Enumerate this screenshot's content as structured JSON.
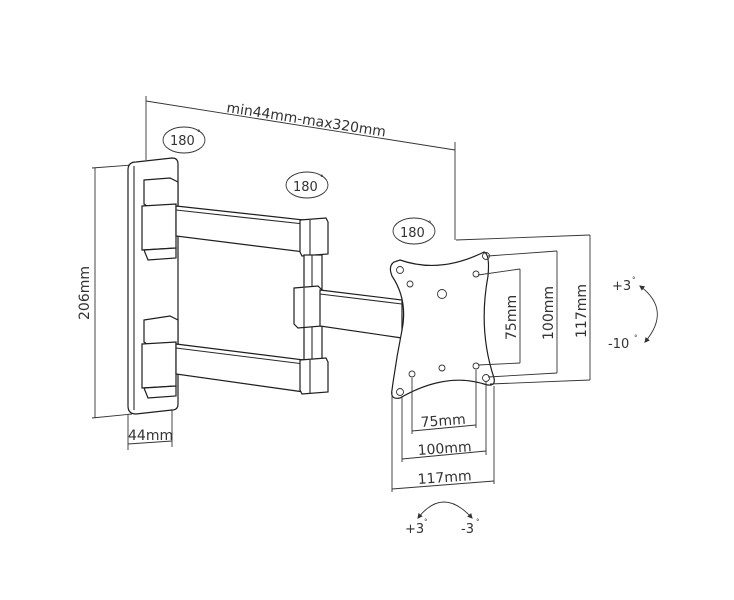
{
  "diagram": {
    "title": "Full-motion TV wall mount dimension drawing",
    "colors": {
      "line": "#2a2a2a",
      "text": "#333333",
      "background": "#ffffff"
    },
    "dimensions": {
      "extension": "min44mm-max320mm",
      "wall_plate_height": "206mm",
      "wall_plate_depth": "44mm",
      "vesa_h_small": "75mm",
      "vesa_h_medium": "100mm",
      "vesa_h_large": "117mm",
      "vesa_v_small": "75mm",
      "vesa_v_medium": "100mm",
      "vesa_v_large": "117mm"
    },
    "rotations": {
      "wall_pivot": "180",
      "arm_pivot": "180",
      "head_pivot": "180",
      "tilt_up": "+3",
      "tilt_down": "-10",
      "swivel_left": "+3",
      "swivel_right": "-3"
    },
    "degree_symbol": "°"
  }
}
